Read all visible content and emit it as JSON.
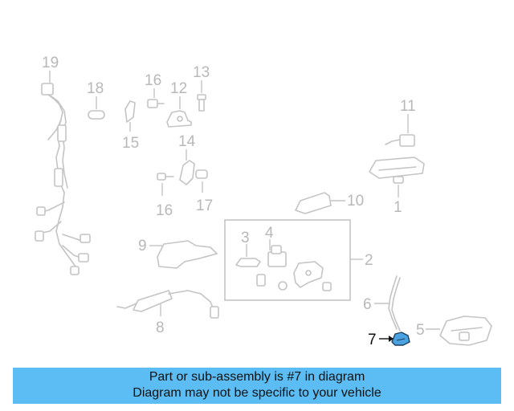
{
  "diagram": {
    "highlight_color": "#4aa3e0",
    "callouts": {
      "c1": "1",
      "c2": "2",
      "c3": "3",
      "c4": "4",
      "c5": "5",
      "c6": "6",
      "c7": "7",
      "c8": "8",
      "c9": "9",
      "c10": "10",
      "c11": "11",
      "c12": "12",
      "c13": "13",
      "c14": "14",
      "c15": "15",
      "c16a": "16",
      "c16b": "16",
      "c17": "17",
      "c18": "18",
      "c19": "19"
    },
    "highlighted_part": "7"
  },
  "banner": {
    "line1": "Part or sub-assembly is #7 in diagram",
    "line2": "Diagram may not be specific to your vehicle",
    "background": "#5bbdf3"
  }
}
